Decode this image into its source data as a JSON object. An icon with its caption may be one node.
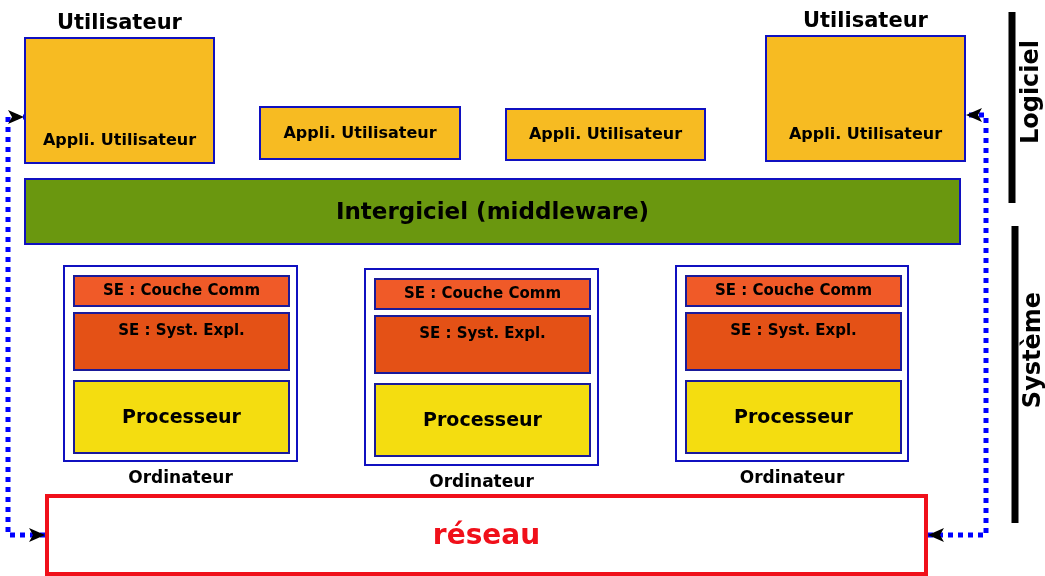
{
  "diagram": {
    "nodes": [
      {
        "text": [
          "Utilisateur",
          "Appli. Utilisateur"
        ]
      },
      {
        "text": [
          "Appli. Utilisateur"
        ]
      },
      {
        "text": [
          "Appli. Utilisateur"
        ]
      },
      {
        "text": [
          "Utilisateur",
          "Appli. Utilisateur"
        ]
      },
      {
        "text": [
          "Intergiciel (middleware)"
        ]
      },
      {
        "text": [
          "Ordinateur"
        ]
      },
      {
        "text": [
          "SE : Couche Comm"
        ],
        "in": 5
      },
      {
        "text": [
          "SE : Syst. Expl."
        ],
        "in": 5
      },
      {
        "text": [
          "Processeur"
        ],
        "in": 5
      },
      {
        "text": [
          "Ordinateur"
        ]
      },
      {
        "text": [
          "SE : Couche Comm"
        ],
        "in": 9
      },
      {
        "text": [
          "SE : Syst. Expl."
        ],
        "in": 9
      },
      {
        "text": [
          "Processeur"
        ],
        "in": 9
      },
      {
        "text": [
          "Ordinateur"
        ]
      },
      {
        "text": [
          "SE : Couche Comm"
        ],
        "in": 13
      },
      {
        "text": [
          "SE : Syst. Expl."
        ],
        "in": 13
      },
      {
        "text": [
          "Processeur"
        ],
        "in": 13
      },
      {
        "text": [
          "réseau"
        ]
      }
    ],
    "edges": [
      {
        "from": 17,
        "to": 0,
        "arrow": "both",
        "style": "dashed",
        "color": "#0000ff"
      },
      {
        "from": 17,
        "to": 3,
        "arrow": "both",
        "style": "dashed",
        "color": "#0000ff"
      }
    ],
    "labels": [
      "Logiciel",
      "Système"
    ]
  }
}
